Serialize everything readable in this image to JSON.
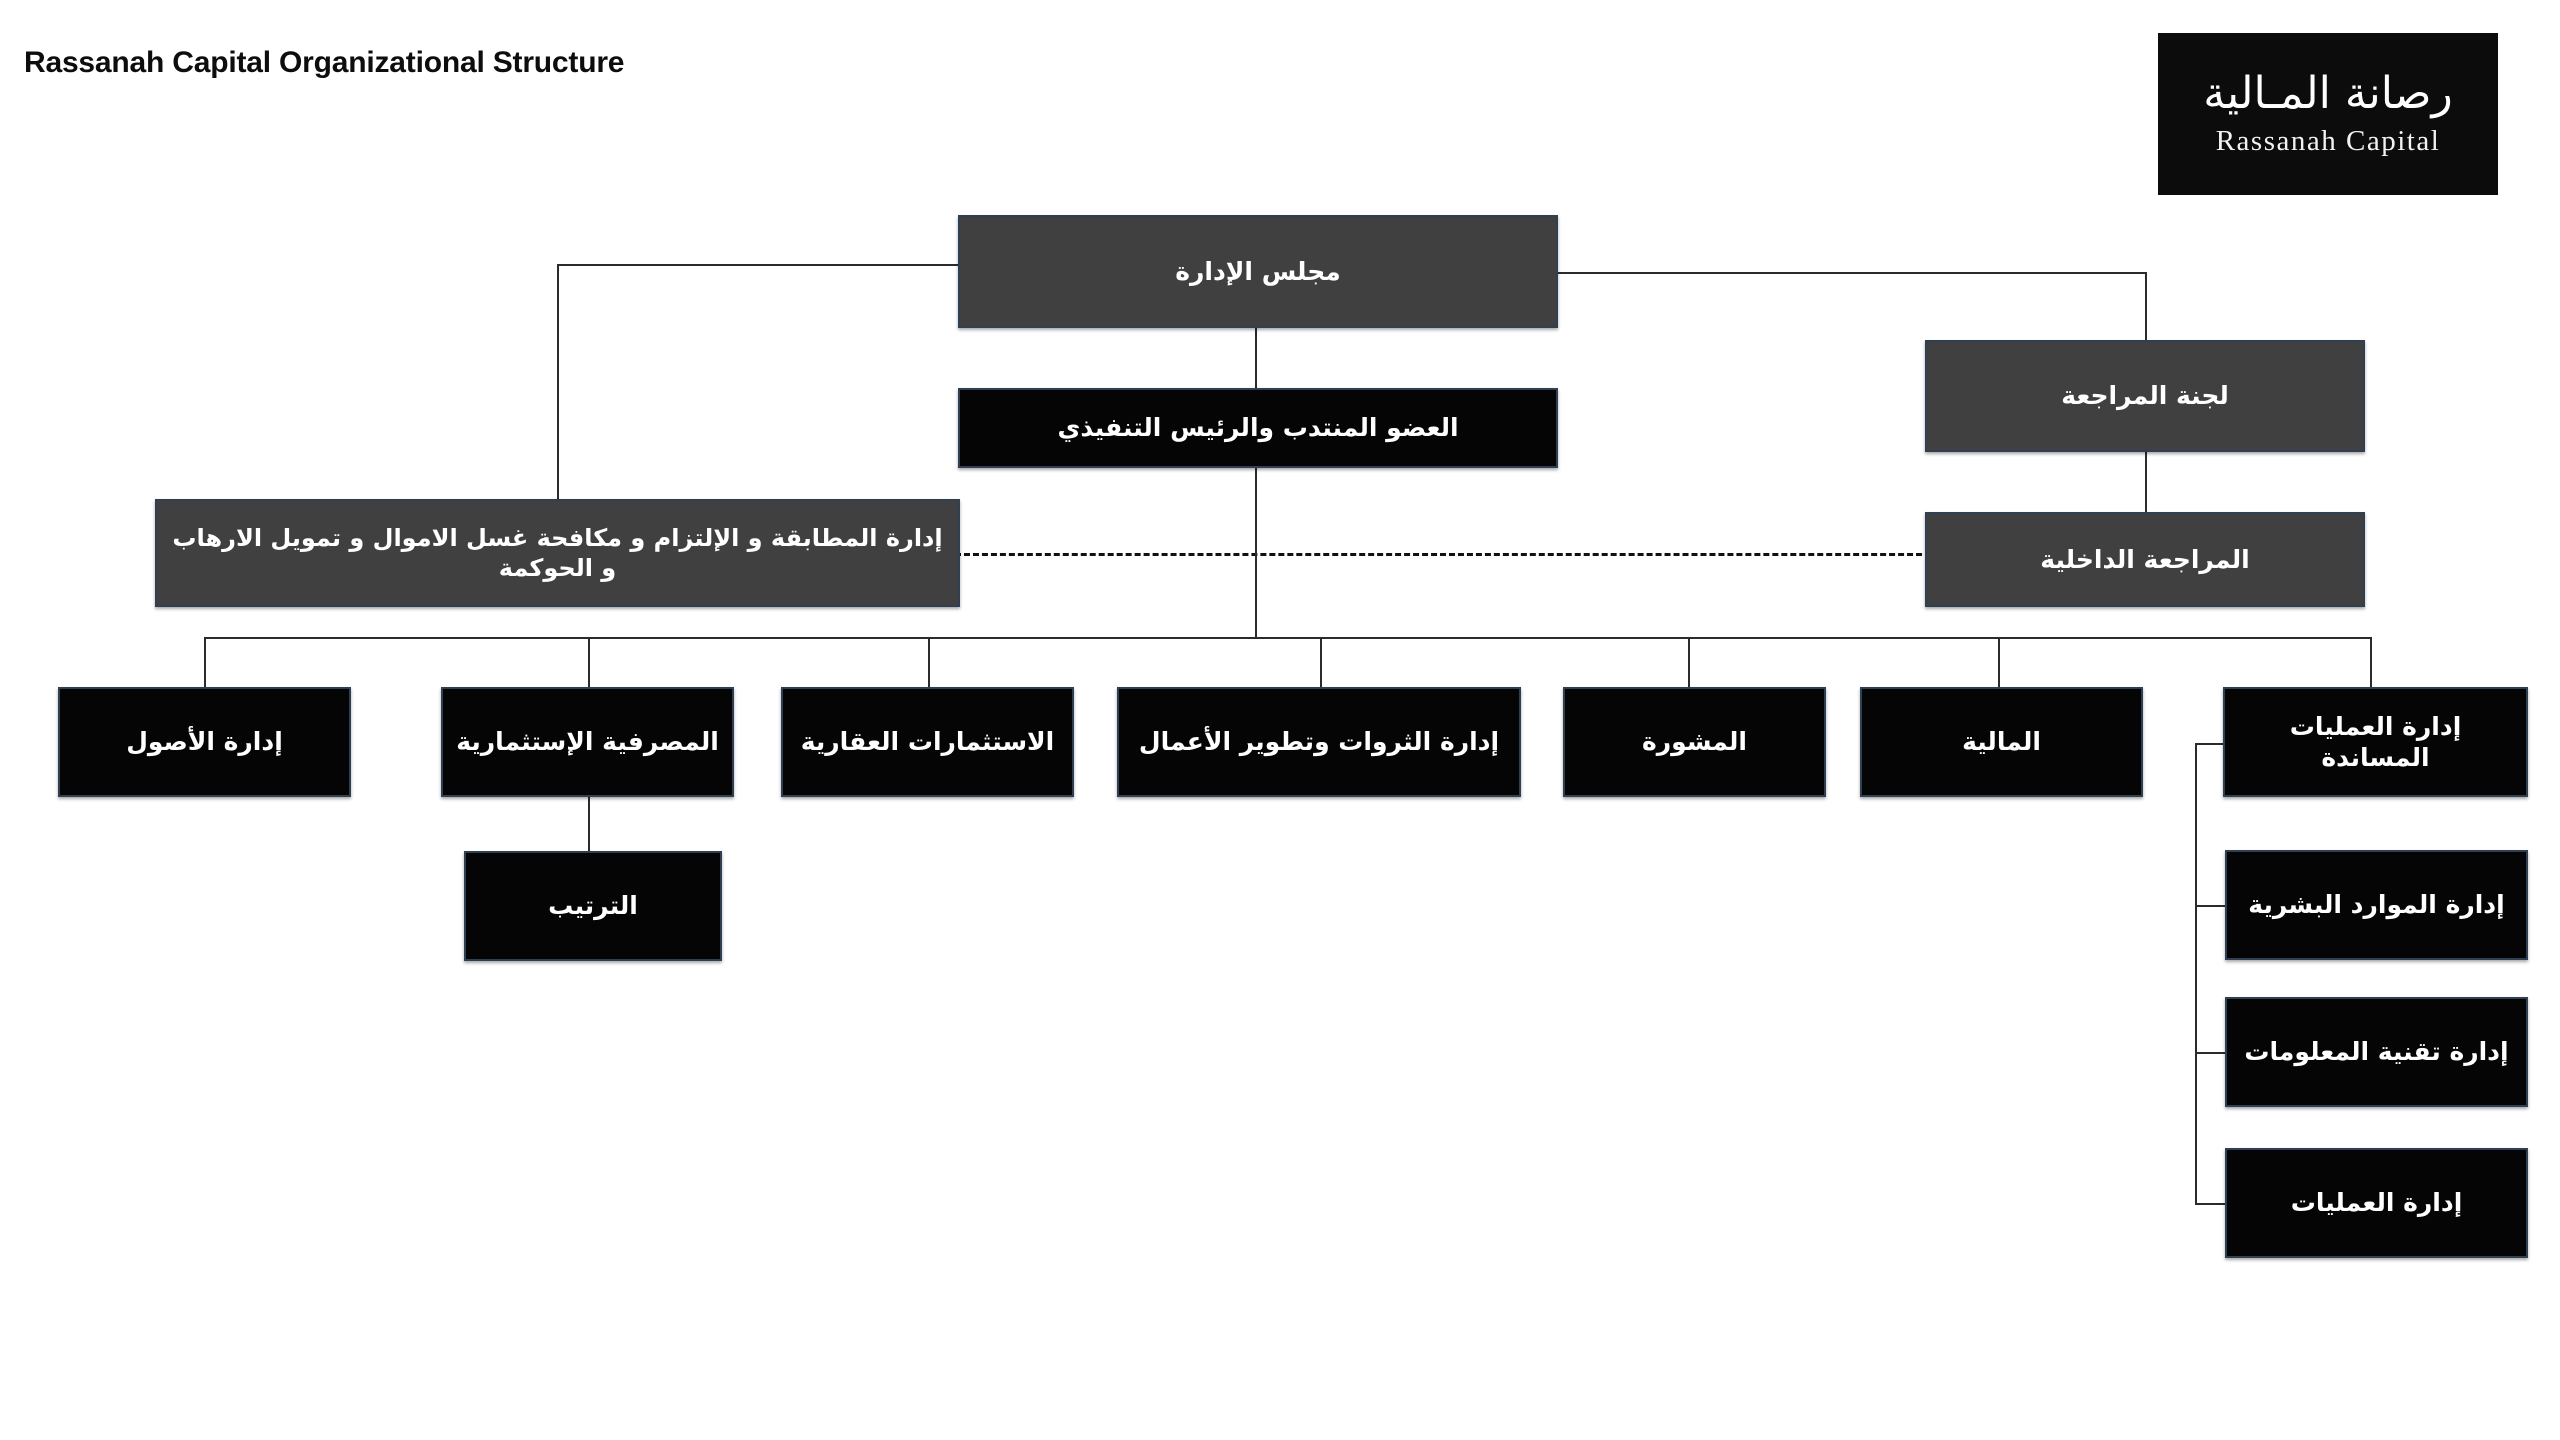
{
  "page": {
    "title": "Rassanah Capital Organizational Structure",
    "background_color": "#ffffff"
  },
  "logo": {
    "arabic": "رصانة المـالية",
    "english": "Rassanah Capital",
    "background_color": "#0c0c0c",
    "text_color": "#ffffff"
  },
  "colors": {
    "gray_box": "#404040",
    "black_box": "#050505",
    "box_border": "#2e4052",
    "connector": "#2b2b2b",
    "text": "#ffffff"
  },
  "chart_data": {
    "type": "diagram",
    "title": "Rassanah Capital Organizational Structure",
    "orientation": "top-down",
    "text_direction": "rtl",
    "nodes": [
      {
        "id": "board",
        "label": "مجلس الإدارة",
        "style": "gray",
        "level": 0
      },
      {
        "id": "ceo",
        "label": "العضو المنتدب والرئيس التنفيذي",
        "style": "black",
        "level": 1
      },
      {
        "id": "audit_cmte",
        "label": "لجنة المراجعة",
        "style": "gray",
        "level": 1
      },
      {
        "id": "compliance",
        "label": "إدارة المطابقة و الإلتزام و مكافحة غسل الاموال و تمويل الارهاب و الحوكمة",
        "style": "gray",
        "level": 2
      },
      {
        "id": "internal_audit",
        "label": "المراجعة الداخلية",
        "style": "gray",
        "level": 2
      },
      {
        "id": "asset_mgmt",
        "label": "إدارة الأصول",
        "style": "black",
        "level": 3
      },
      {
        "id": "inv_banking",
        "label": "المصرفية الإستثمارية",
        "style": "black",
        "level": 3
      },
      {
        "id": "real_estate",
        "label": "الاستثمارات العقارية",
        "style": "black",
        "level": 3
      },
      {
        "id": "wealth",
        "label": "إدارة الثروات وتطوير الأعمال",
        "style": "black",
        "level": 3
      },
      {
        "id": "advisory",
        "label": "المشورة",
        "style": "black",
        "level": 3
      },
      {
        "id": "finance",
        "label": "المالية",
        "style": "black",
        "level": 3
      },
      {
        "id": "support_ops",
        "label": "إدارة العمليات المساندة",
        "style": "black",
        "level": 3
      },
      {
        "id": "arrangement",
        "label": "الترتيب",
        "style": "black",
        "level": 4
      },
      {
        "id": "hr",
        "label": "إدارة الموارد البشرية",
        "style": "black",
        "level": 4
      },
      {
        "id": "it",
        "label": "إدارة تقنية المعلومات",
        "style": "black",
        "level": 4
      },
      {
        "id": "operations",
        "label": "إدارة العمليات",
        "style": "black",
        "level": 4
      }
    ],
    "edges": [
      {
        "from": "board",
        "to": "ceo",
        "style": "solid"
      },
      {
        "from": "board",
        "to": "audit_cmte",
        "style": "solid"
      },
      {
        "from": "board",
        "to": "compliance",
        "style": "solid"
      },
      {
        "from": "audit_cmte",
        "to": "internal_audit",
        "style": "solid"
      },
      {
        "from": "compliance",
        "to": "internal_audit",
        "style": "dashed"
      },
      {
        "from": "ceo",
        "to": "asset_mgmt",
        "style": "solid"
      },
      {
        "from": "ceo",
        "to": "inv_banking",
        "style": "solid"
      },
      {
        "from": "ceo",
        "to": "real_estate",
        "style": "solid"
      },
      {
        "from": "ceo",
        "to": "wealth",
        "style": "solid"
      },
      {
        "from": "ceo",
        "to": "advisory",
        "style": "solid"
      },
      {
        "from": "ceo",
        "to": "finance",
        "style": "solid"
      },
      {
        "from": "ceo",
        "to": "support_ops",
        "style": "solid"
      },
      {
        "from": "inv_banking",
        "to": "arrangement",
        "style": "solid"
      },
      {
        "from": "support_ops",
        "to": "hr",
        "style": "solid"
      },
      {
        "from": "support_ops",
        "to": "it",
        "style": "solid"
      },
      {
        "from": "support_ops",
        "to": "operations",
        "style": "solid"
      }
    ]
  }
}
